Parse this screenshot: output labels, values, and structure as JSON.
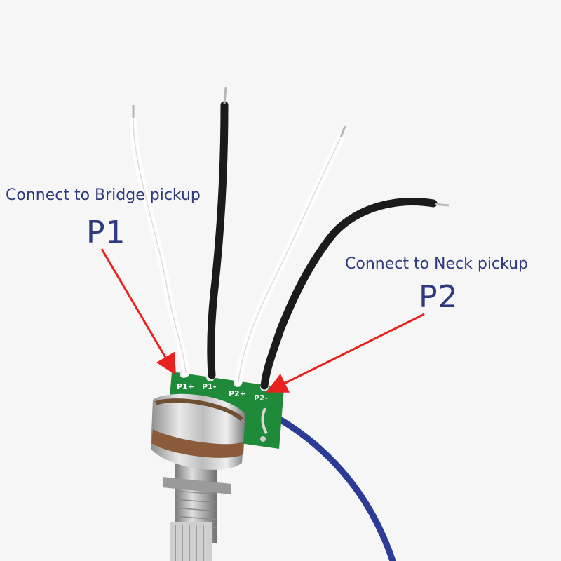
{
  "annotations": {
    "bridge_caption": "Connect to Bridge pickup",
    "bridge_label": "P1",
    "neck_caption": "Connect to Neck pickup",
    "neck_label": "P2",
    "arrow_color": "#e8231f",
    "text_color": "#2f3a7c"
  },
  "pcb": {
    "color": "#1f8a3a",
    "pads": [
      "P1+",
      "P1-",
      "P2+",
      "P2-"
    ]
  },
  "wires": {
    "colors": [
      "white",
      "black",
      "white",
      "black",
      "blue"
    ]
  }
}
